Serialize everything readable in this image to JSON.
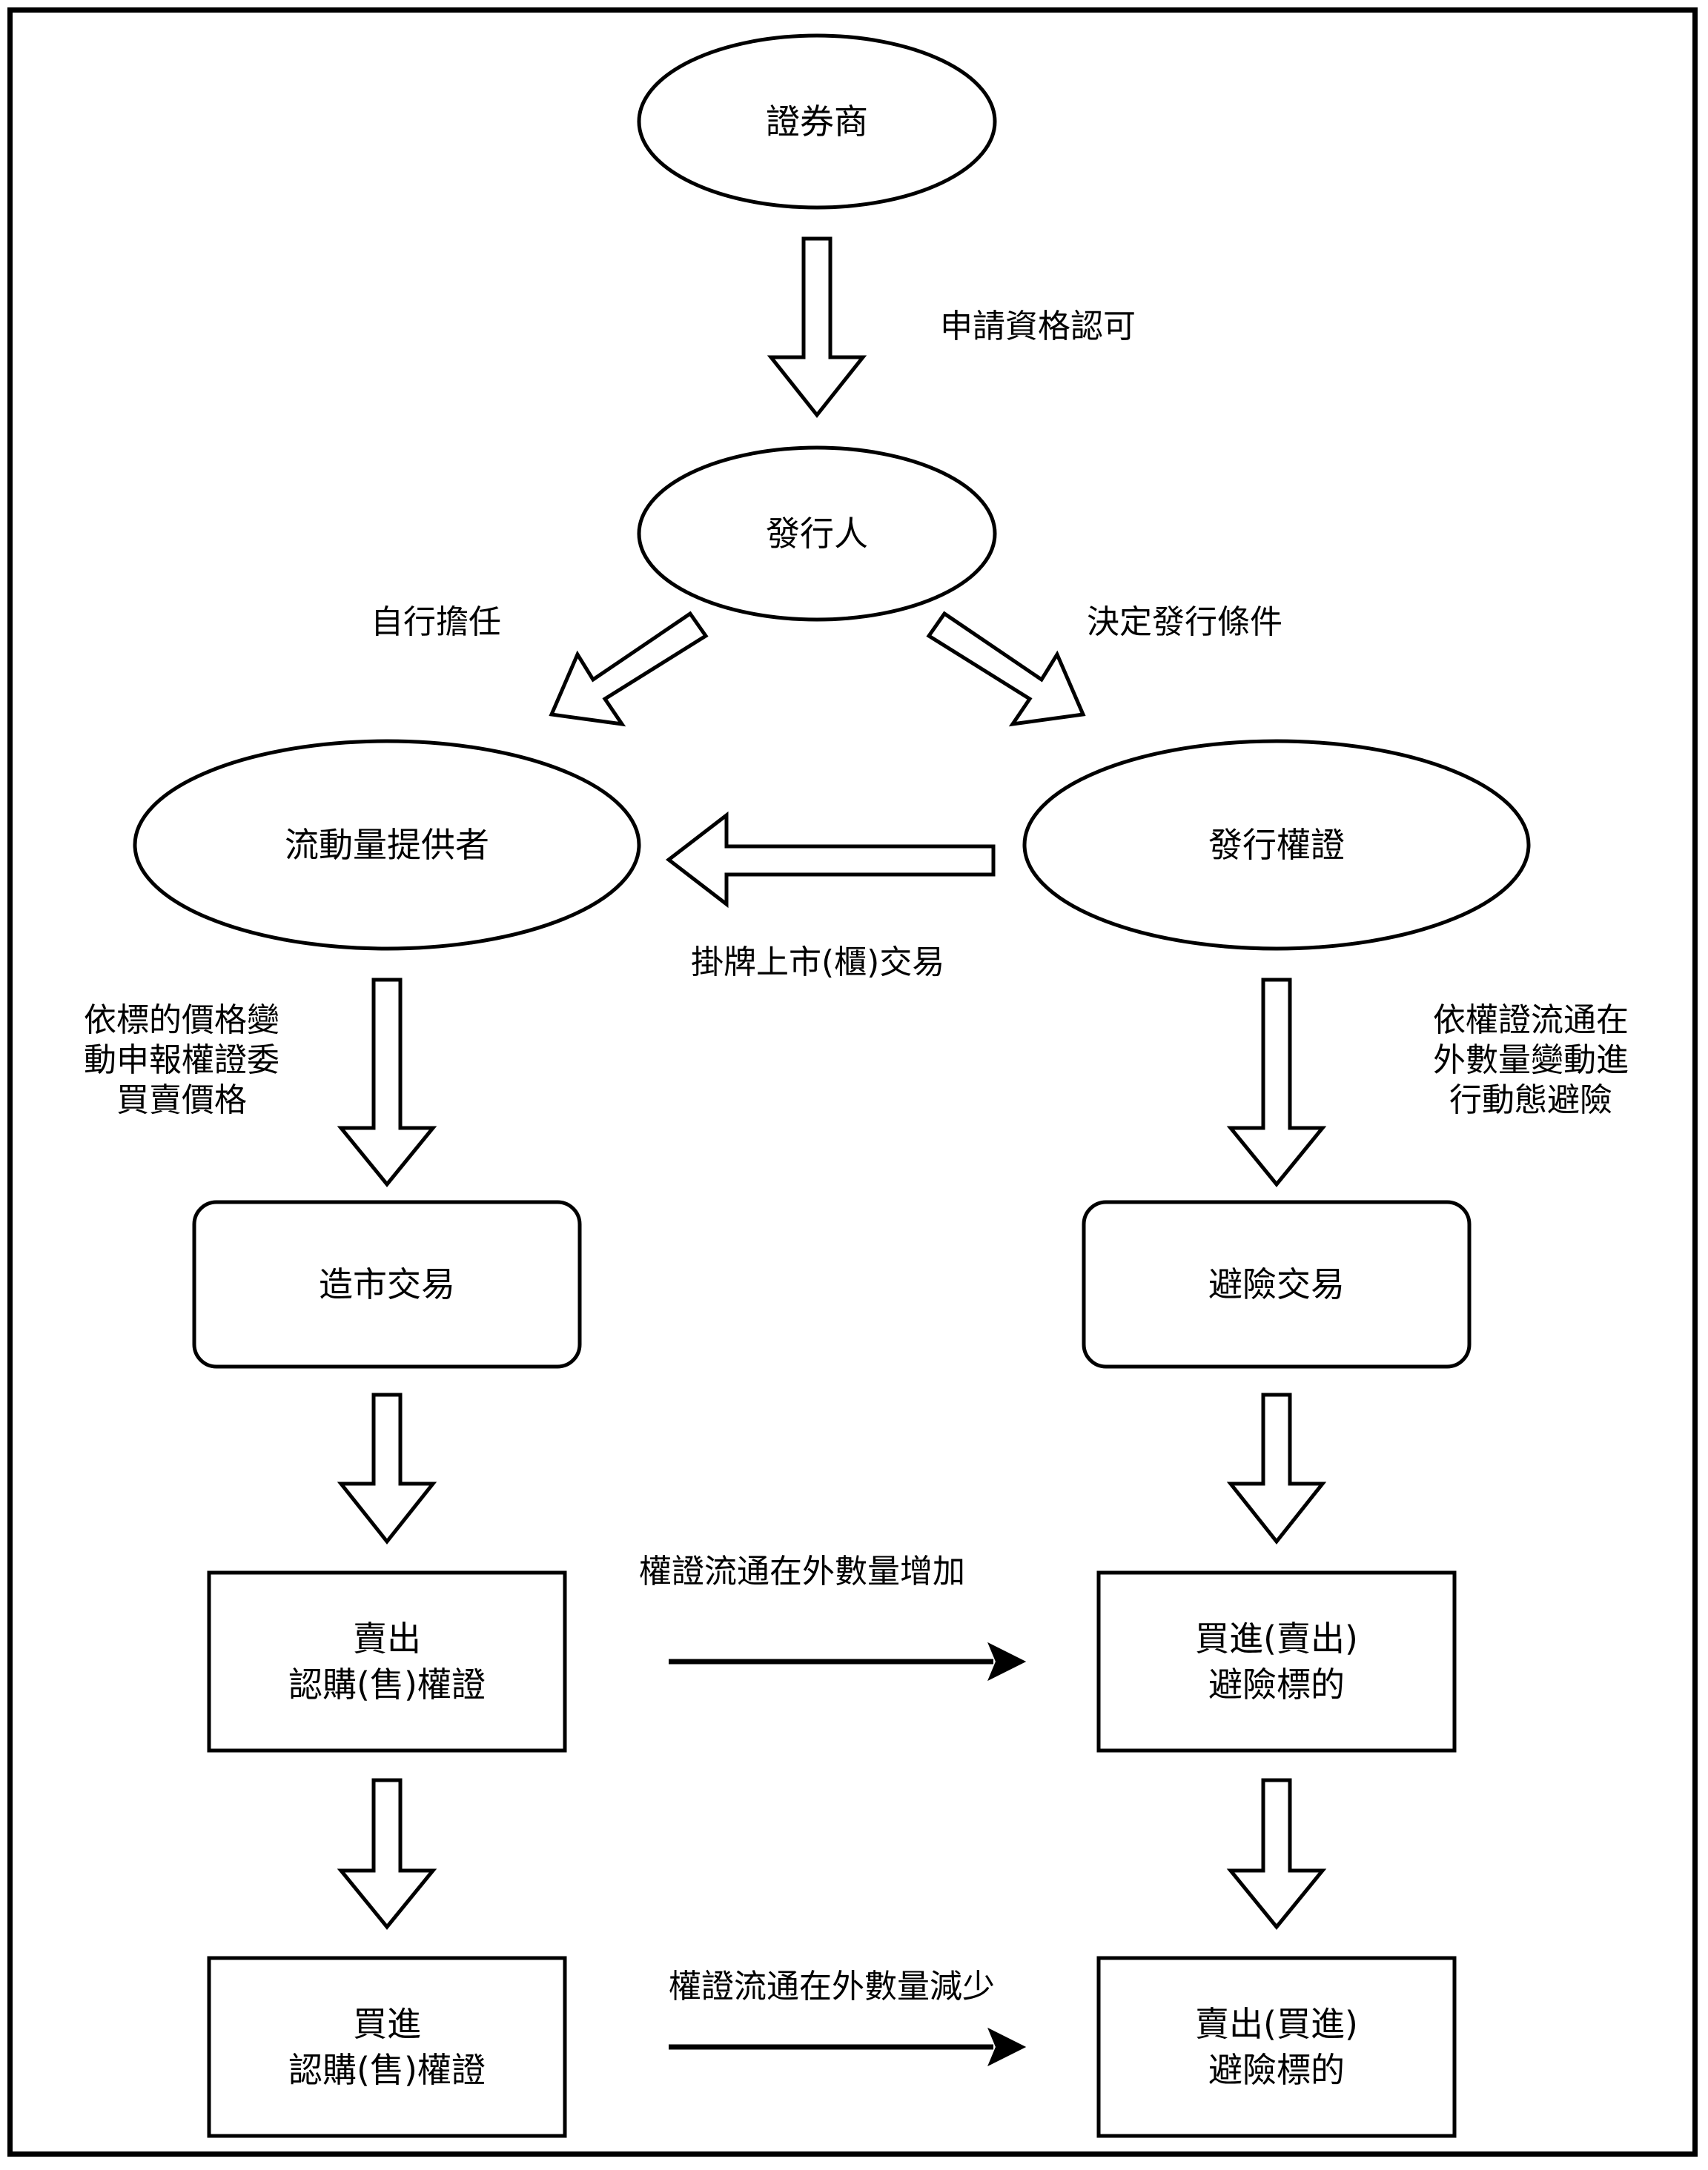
{
  "nodes": {
    "broker": "證券商",
    "issuer": "發行人",
    "liquidity_provider": "流動量提供者",
    "issue_warrant": "發行權證",
    "market_making": "造市交易",
    "hedging": "避險交易",
    "sell_warrant": [
      "賣出",
      "認購(售)權證"
    ],
    "buy_hedge": [
      "買進(賣出)",
      "避險標的"
    ],
    "buy_warrant": [
      "買進",
      "認購(售)權證"
    ],
    "sell_hedge": [
      "賣出(買進)",
      "避險標的"
    ]
  },
  "labels": {
    "apply_qualification": "申請資格認可",
    "self_serve": "自行擔任",
    "decide_terms": "決定發行條件",
    "listing": "掛牌上市(櫃)交易",
    "quote_by_price": [
      "依標的價格變",
      "動申報權證委",
      "買賣價格"
    ],
    "hedge_by_outstanding": [
      "依權證流通在",
      "外數量變動進",
      "行動態避險"
    ],
    "outstanding_increase": "權證流通在外數量增加",
    "outstanding_decrease": "權證流通在外數量減少"
  }
}
